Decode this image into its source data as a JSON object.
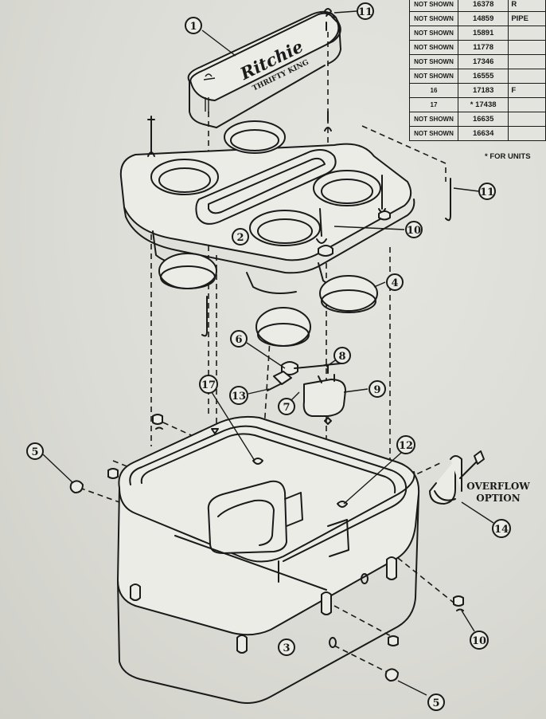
{
  "parts_table": {
    "rows": [
      {
        "item": "NOT SHOWN",
        "part": "16378",
        "desc": "R"
      },
      {
        "item": "NOT SHOWN",
        "part": "14859",
        "desc": "PIPE"
      },
      {
        "item": "NOT SHOWN",
        "part": "15891",
        "desc": ""
      },
      {
        "item": "NOT SHOWN",
        "part": "11778",
        "desc": ""
      },
      {
        "item": "NOT SHOWN",
        "part": "17346",
        "desc": ""
      },
      {
        "item": "NOT SHOWN",
        "part": "16555",
        "desc": ""
      },
      {
        "item": "16",
        "part": "17183",
        "desc": "F"
      },
      {
        "item": "17",
        "part": "* 17438",
        "desc": ""
      },
      {
        "item": "NOT SHOWN",
        "part": "16635",
        "desc": ""
      },
      {
        "item": "NOT SHOWN",
        "part": "16634",
        "desc": ""
      }
    ],
    "note": "* FOR UNITS"
  },
  "lid_branding": {
    "brand": "Ritchie",
    "model": "THRIFTY KING"
  },
  "overflow_label": {
    "line1": "OVERFLOW",
    "line2": "OPTION"
  },
  "callouts": {
    "c1": "1",
    "c2": "2",
    "c3": "3",
    "c4": "4",
    "c5a": "5",
    "c5b": "5",
    "c6": "6",
    "c7": "7",
    "c8": "8",
    "c9": "9",
    "c10a": "10",
    "c10b": "10",
    "c11a": "11",
    "c11b": "11",
    "c12": "12",
    "c13": "13",
    "c14": "14",
    "c17": "17"
  }
}
